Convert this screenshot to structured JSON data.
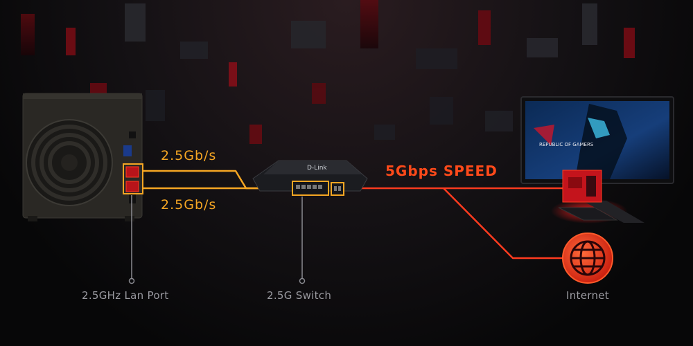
{
  "links": {
    "upper_speed": "2.5Gb/s",
    "lower_speed": "2.5Gb/s",
    "output_speed": "5Gbps SPEED"
  },
  "captions": {
    "lan_port": "2.5GHz Lan Port",
    "switch": "2.5G Switch",
    "internet": "Internet"
  },
  "devices": {
    "switch_brand": "D-Link",
    "monitor_brand": "REPUBLIC OF GAMERS"
  },
  "colors": {
    "accent_orange": "#f5a623",
    "accent_red": "#ff3b1f",
    "caption_gray": "#9a9aa0"
  }
}
